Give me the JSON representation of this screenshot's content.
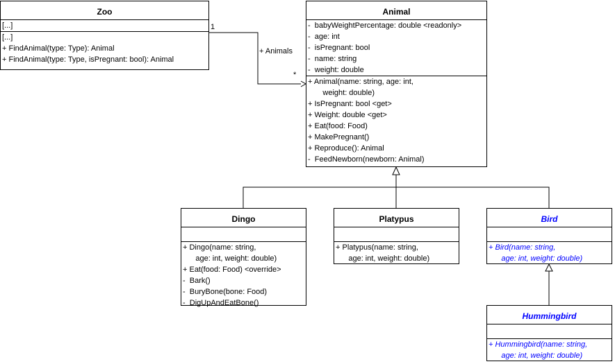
{
  "zoo": {
    "name": "Zoo",
    "attributes": [
      "[...]"
    ],
    "operations": [
      "[...]",
      "+ FindAnimal(type: Type): Animal",
      "+ FindAnimal(type: Type, isPregnant: bool): Animal"
    ]
  },
  "animal": {
    "name": "Animal",
    "attributes": [
      "-  babyWeightPercentage: double <readonly>",
      "-  age: int",
      "-  isPregnant: bool",
      "-  name: string",
      "-  weight: double"
    ],
    "operations": [
      "+ Animal(name: string, age: int,",
      "       weight: double)",
      "+ IsPregnant: bool <get>",
      "+ Weight: double <get>",
      "+ Eat(food: Food)",
      "+ MakePregnant()",
      "+ Reproduce(): Animal",
      "-  FeedNewborn(newborn: Animal)"
    ]
  },
  "dingo": {
    "name": "Dingo",
    "attributes": [],
    "operations": [
      "+ Dingo(name: string,",
      "      age: int, weight: double)",
      "+ Eat(food: Food) <override>",
      "-  Bark()",
      "-  BuryBone(bone: Food)",
      "-  DigUpAndEatBone()"
    ]
  },
  "platypus": {
    "name": "Platypus",
    "attributes": [],
    "operations": [
      "+ Platypus(name: string,",
      "      age: int, weight: double)"
    ]
  },
  "bird": {
    "name": "Bird",
    "attributes": [],
    "operations": [
      "+ Bird(name: string,",
      "      age: int, weight: double)"
    ]
  },
  "hummingbird": {
    "name": "Hummingbird",
    "attributes": [],
    "operations": [
      "+ Hummingbird(name: string,",
      "      age: int, weight: double)"
    ]
  },
  "association": {
    "role": "+ Animals",
    "source_multiplicity": "1",
    "target_multiplicity": "*"
  },
  "colors": {
    "abstract_text": "#0000ff",
    "line": "#000000",
    "background": "#ffffff"
  }
}
